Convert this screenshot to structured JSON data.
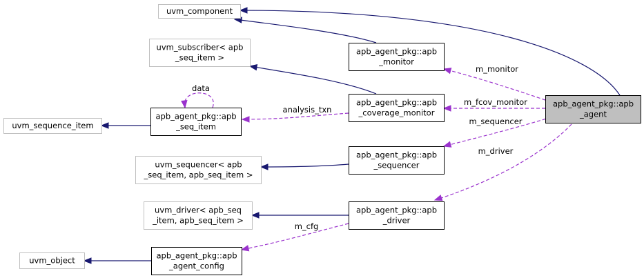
{
  "colors": {
    "inheritance_edge": "#191970",
    "usage_edge": "#9a32cd",
    "external_node_border": "#bfbfbf",
    "internal_node_border": "#000000",
    "focus_node_fill": "#bfbfbf"
  },
  "nodes": [
    {
      "id": "uvm_component",
      "lines": [
        "uvm_component"
      ],
      "kind": "external"
    },
    {
      "id": "uvm_subscriber",
      "lines": [
        "uvm_subscriber< apb",
        "_seq_item >"
      ],
      "kind": "external"
    },
    {
      "id": "uvm_sequence_item",
      "lines": [
        "uvm_sequence_item"
      ],
      "kind": "external"
    },
    {
      "id": "uvm_sequencer",
      "lines": [
        "uvm_sequencer< apb",
        "_seq_item, apb_seq_item >"
      ],
      "kind": "external"
    },
    {
      "id": "uvm_driver",
      "lines": [
        "uvm_driver< apb_seq",
        "_item, apb_seq_item >"
      ],
      "kind": "external"
    },
    {
      "id": "uvm_object",
      "lines": [
        "uvm_object"
      ],
      "kind": "external"
    },
    {
      "id": "apb_seq_item",
      "lines": [
        "apb_agent_pkg::apb",
        "_seq_item"
      ],
      "kind": "internal"
    },
    {
      "id": "apb_agent_config",
      "lines": [
        "apb_agent_pkg::apb",
        "_agent_config"
      ],
      "kind": "internal"
    },
    {
      "id": "apb_monitor",
      "lines": [
        "apb_agent_pkg::apb",
        "_monitor"
      ],
      "kind": "internal"
    },
    {
      "id": "apb_coverage_monitor",
      "lines": [
        "apb_agent_pkg::apb",
        "_coverage_monitor"
      ],
      "kind": "internal"
    },
    {
      "id": "apb_sequencer",
      "lines": [
        "apb_agent_pkg::apb",
        "_sequencer"
      ],
      "kind": "internal"
    },
    {
      "id": "apb_driver",
      "lines": [
        "apb_agent_pkg::apb",
        "_driver"
      ],
      "kind": "internal"
    },
    {
      "id": "apb_agent",
      "lines": [
        "apb_agent_pkg::apb",
        "_agent"
      ],
      "kind": "focus"
    }
  ],
  "edges": [
    {
      "from": "uvm_component",
      "to": "apb_agent",
      "type": "inheritance"
    },
    {
      "from": "uvm_component",
      "to": "apb_monitor",
      "type": "inheritance"
    },
    {
      "from": "uvm_subscriber",
      "to": "apb_coverage_monitor",
      "type": "inheritance"
    },
    {
      "from": "uvm_sequence_item",
      "to": "apb_seq_item",
      "type": "inheritance"
    },
    {
      "from": "uvm_sequencer",
      "to": "apb_sequencer",
      "type": "inheritance"
    },
    {
      "from": "uvm_driver",
      "to": "apb_driver",
      "type": "inheritance"
    },
    {
      "from": "uvm_object",
      "to": "apb_agent_config",
      "type": "inheritance"
    },
    {
      "from": "apb_seq_item",
      "to": "apb_seq_item",
      "type": "usage",
      "label": "data"
    },
    {
      "from": "apb_seq_item",
      "to": "apb_coverage_monitor",
      "type": "usage",
      "label": "analysis_txn"
    },
    {
      "from": "apb_agent_config",
      "to": "apb_driver",
      "type": "usage",
      "label": "m_cfg"
    },
    {
      "from": "apb_monitor",
      "to": "apb_agent",
      "type": "usage",
      "label": "m_monitor"
    },
    {
      "from": "apb_coverage_monitor",
      "to": "apb_agent",
      "type": "usage",
      "label": "m_fcov_monitor"
    },
    {
      "from": "apb_sequencer",
      "to": "apb_agent",
      "type": "usage",
      "label": "m_sequencer"
    },
    {
      "from": "apb_driver",
      "to": "apb_agent",
      "type": "usage",
      "label": "m_driver"
    }
  ]
}
